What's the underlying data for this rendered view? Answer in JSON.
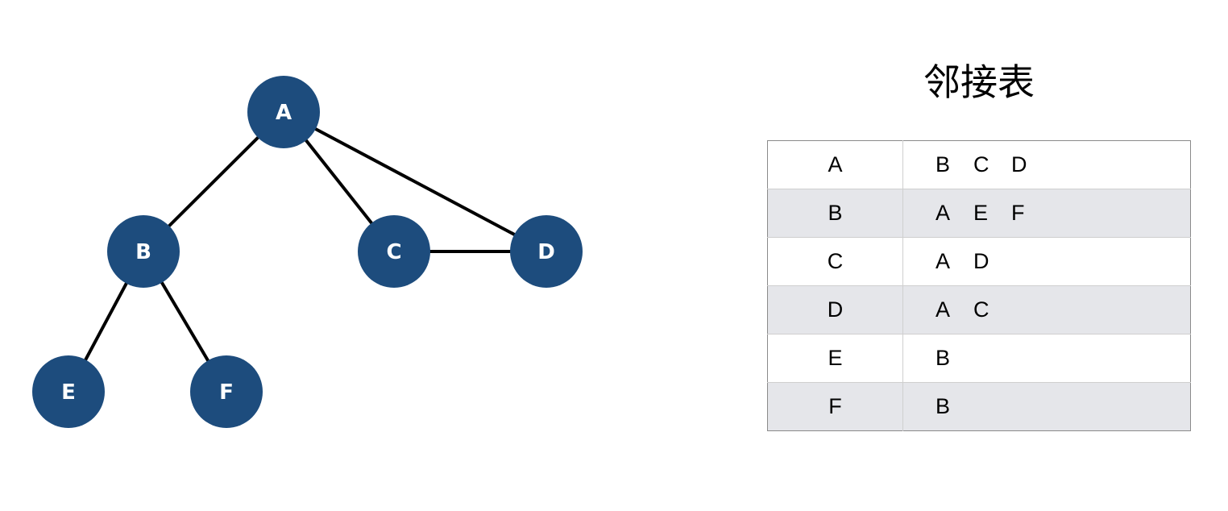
{
  "colors": {
    "node_fill": "#1d4c7d",
    "edge": "#000000",
    "node_text": "#ffffff",
    "row_shade": "#e5e6ea"
  },
  "graph": {
    "nodes": [
      {
        "id": "A",
        "label": "A"
      },
      {
        "id": "B",
        "label": "B"
      },
      {
        "id": "C",
        "label": "C"
      },
      {
        "id": "D",
        "label": "D"
      },
      {
        "id": "E",
        "label": "E"
      },
      {
        "id": "F",
        "label": "F"
      }
    ],
    "edges": [
      [
        "A",
        "B"
      ],
      [
        "A",
        "C"
      ],
      [
        "A",
        "D"
      ],
      [
        "C",
        "D"
      ],
      [
        "B",
        "E"
      ],
      [
        "B",
        "F"
      ]
    ]
  },
  "table": {
    "title": "邻接表",
    "rows": [
      {
        "vertex": "A",
        "neighbors": [
          "B",
          "C",
          "D"
        ]
      },
      {
        "vertex": "B",
        "neighbors": [
          "A",
          "E",
          "F"
        ]
      },
      {
        "vertex": "C",
        "neighbors": [
          "A",
          "D"
        ]
      },
      {
        "vertex": "D",
        "neighbors": [
          "A",
          "C"
        ]
      },
      {
        "vertex": "E",
        "neighbors": [
          "B"
        ]
      },
      {
        "vertex": "F",
        "neighbors": [
          "B"
        ]
      }
    ]
  }
}
